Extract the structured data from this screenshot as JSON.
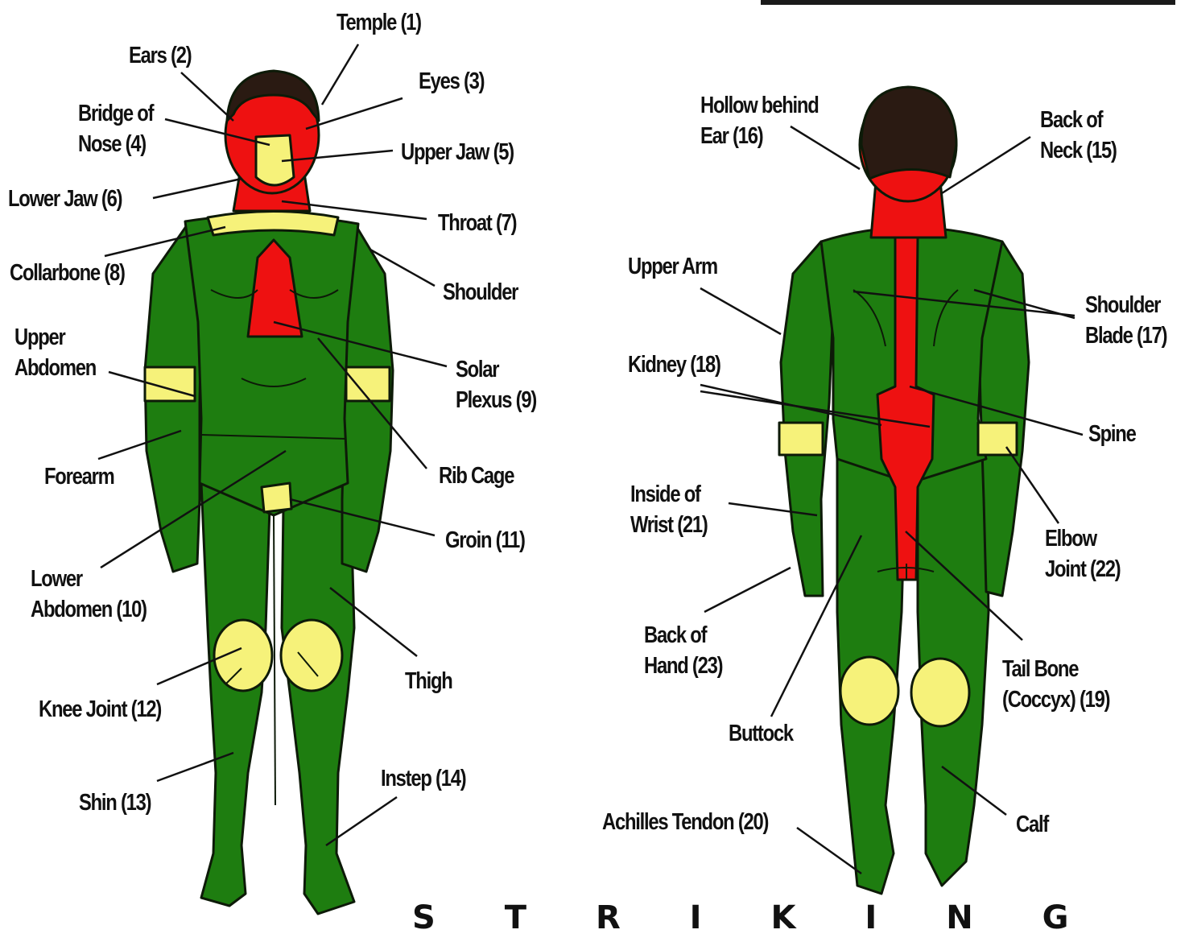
{
  "title": "S T R I K I N G",
  "colors": {
    "body": "#1e7d10",
    "red_zone": "#ee1111",
    "yellow_zone": "#f6f27a",
    "outline": "#0d1a08",
    "hair": "#2a1a12"
  },
  "front_labels": {
    "temple": "Temple (1)",
    "ears": "Ears (2)",
    "eyes": "Eyes (3)",
    "bridge_nose": "Bridge of\nNose (4)",
    "upper_jaw": "Upper Jaw (5)",
    "lower_jaw": "Lower Jaw (6)",
    "throat": "Throat (7)",
    "collarbone": "Collarbone (8)",
    "shoulder": "Shoulder",
    "upper_abdomen": "Upper\nAbdomen",
    "solar_plexus": "Solar\nPlexus (9)",
    "forearm": "Forearm",
    "rib_cage": "Rib Cage",
    "groin": "Groin (11)",
    "lower_abdomen": "Lower\nAbdomen (10)",
    "thigh": "Thigh",
    "knee_joint": "Knee Joint (12)",
    "shin": "Shin (13)",
    "instep": "Instep (14)"
  },
  "back_labels": {
    "hollow_ear": "Hollow behind\nEar (16)",
    "back_neck": "Back of\nNeck (15)",
    "upper_arm": "Upper Arm",
    "shoulder_blade": "Shoulder\nBlade (17)",
    "kidney": "Kidney (18)",
    "spine": "Spine",
    "inside_wrist": "Inside of\nWrist (21)",
    "elbow_joint": "Elbow\nJoint (22)",
    "back_hand": "Back of\nHand (23)",
    "tail_bone": "Tail Bone\n(Coccyx) (19)",
    "buttock": "Buttock",
    "achilles": "Achilles Tendon (20)",
    "calf": "Calf"
  }
}
